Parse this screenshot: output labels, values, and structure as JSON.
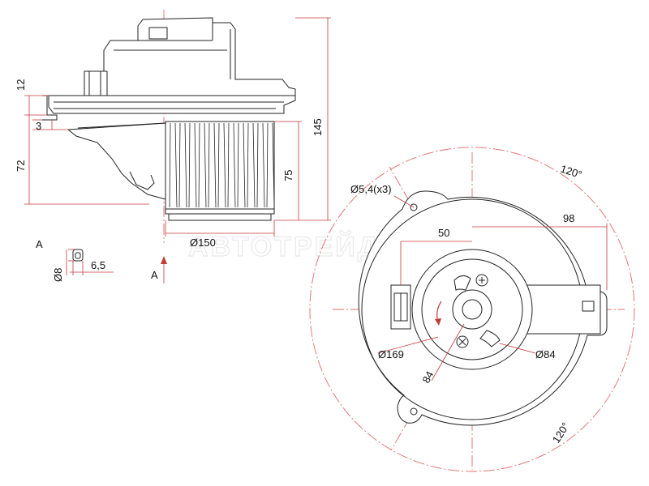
{
  "side_view": {
    "dim_top_flange": "12",
    "dim_flange_gap": "3",
    "dim_upper_body": "72",
    "dim_wheel_height": "75",
    "dim_total_height": "145",
    "dim_wheel_diameter": "Ø150"
  },
  "detail_a": {
    "label": "A",
    "dim_pin_diameter": "Ø8",
    "dim_pin_width": "6,5"
  },
  "view_arrow": {
    "label": "A"
  },
  "bottom_view": {
    "dim_bolt_holes": "Ø5,4(x3)",
    "dim_connector_offset": "98",
    "dim_shaft_offset": "50",
    "dim_outer_diameter": "Ø169",
    "dim_inner_diameter": "Ø84",
    "dim_radial": "84",
    "angle_top": "120°",
    "angle_bottom": "120°"
  },
  "watermark": "АВТОТРЕЙД",
  "colors": {
    "line": "#222222",
    "center_line": "#e36a6a",
    "dimension": "#c43a3a"
  }
}
